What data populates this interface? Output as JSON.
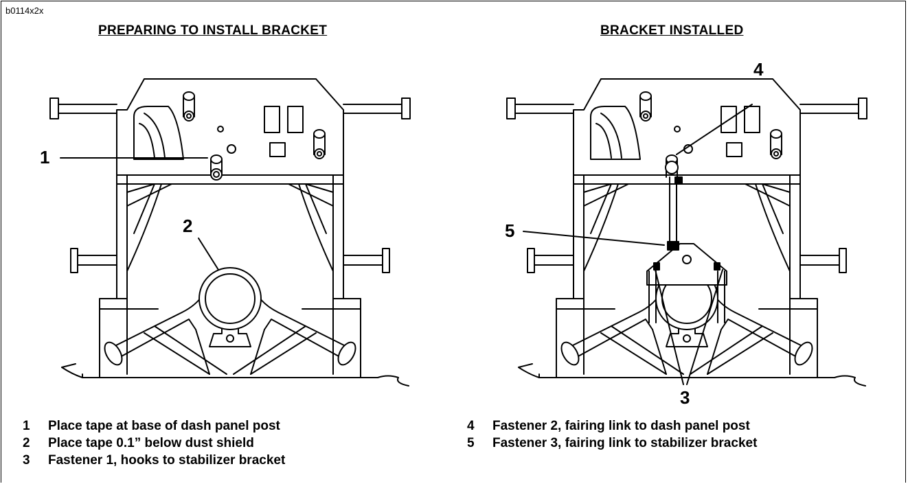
{
  "image_code": "b0114x2x",
  "left_panel": {
    "title": "PREPARING TO INSTALL BRACKET",
    "callouts": [
      "1",
      "2"
    ]
  },
  "right_panel": {
    "title": "BRACKET INSTALLED",
    "callouts": [
      "4",
      "5",
      "3"
    ]
  },
  "legend_left": [
    {
      "num": "1",
      "text": "Place tape at base of dash panel post"
    },
    {
      "num": "2",
      "text": "Place tape 0.1” below dust shield"
    },
    {
      "num": "3",
      "text": "Fastener 1, hooks to stabilizer bracket"
    }
  ],
  "legend_right": [
    {
      "num": "4",
      "text": "Fastener 2, fairing link to dash panel post"
    },
    {
      "num": "5",
      "text": "Fastener 3, fairing link to stabilizer bracket"
    }
  ]
}
